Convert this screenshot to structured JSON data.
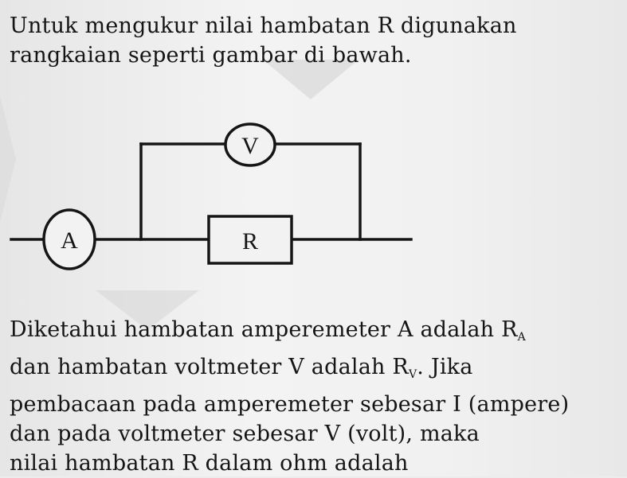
{
  "intro": {
    "line1": "Untuk mengukur nilai hambatan R digunakan",
    "line2": "rangkaian seperti gambar di bawah."
  },
  "circuit": {
    "voltmeter_label": "V",
    "ammeter_label": "A",
    "resistor_label": "R"
  },
  "question": {
    "line1_words": [
      "Diketahui",
      "hambatan",
      "amperemeter",
      "A",
      "adalah"
    ],
    "line1_end": "R",
    "line1_sub": "A",
    "line2_words": [
      "dan",
      "hambatan",
      "voltmeter",
      "V",
      "adalah"
    ],
    "line2_end": "R",
    "line2_sub": "V",
    "line2_tail": ". Jika",
    "line3": "pembacaan pada amperemeter sebesar I (ampere)",
    "line4_words": [
      "dan",
      "pada",
      "voltmeter",
      "sebesar",
      "V",
      "(volt),",
      "maka"
    ],
    "line5": "nilai hambatan R dalam ohm adalah"
  }
}
